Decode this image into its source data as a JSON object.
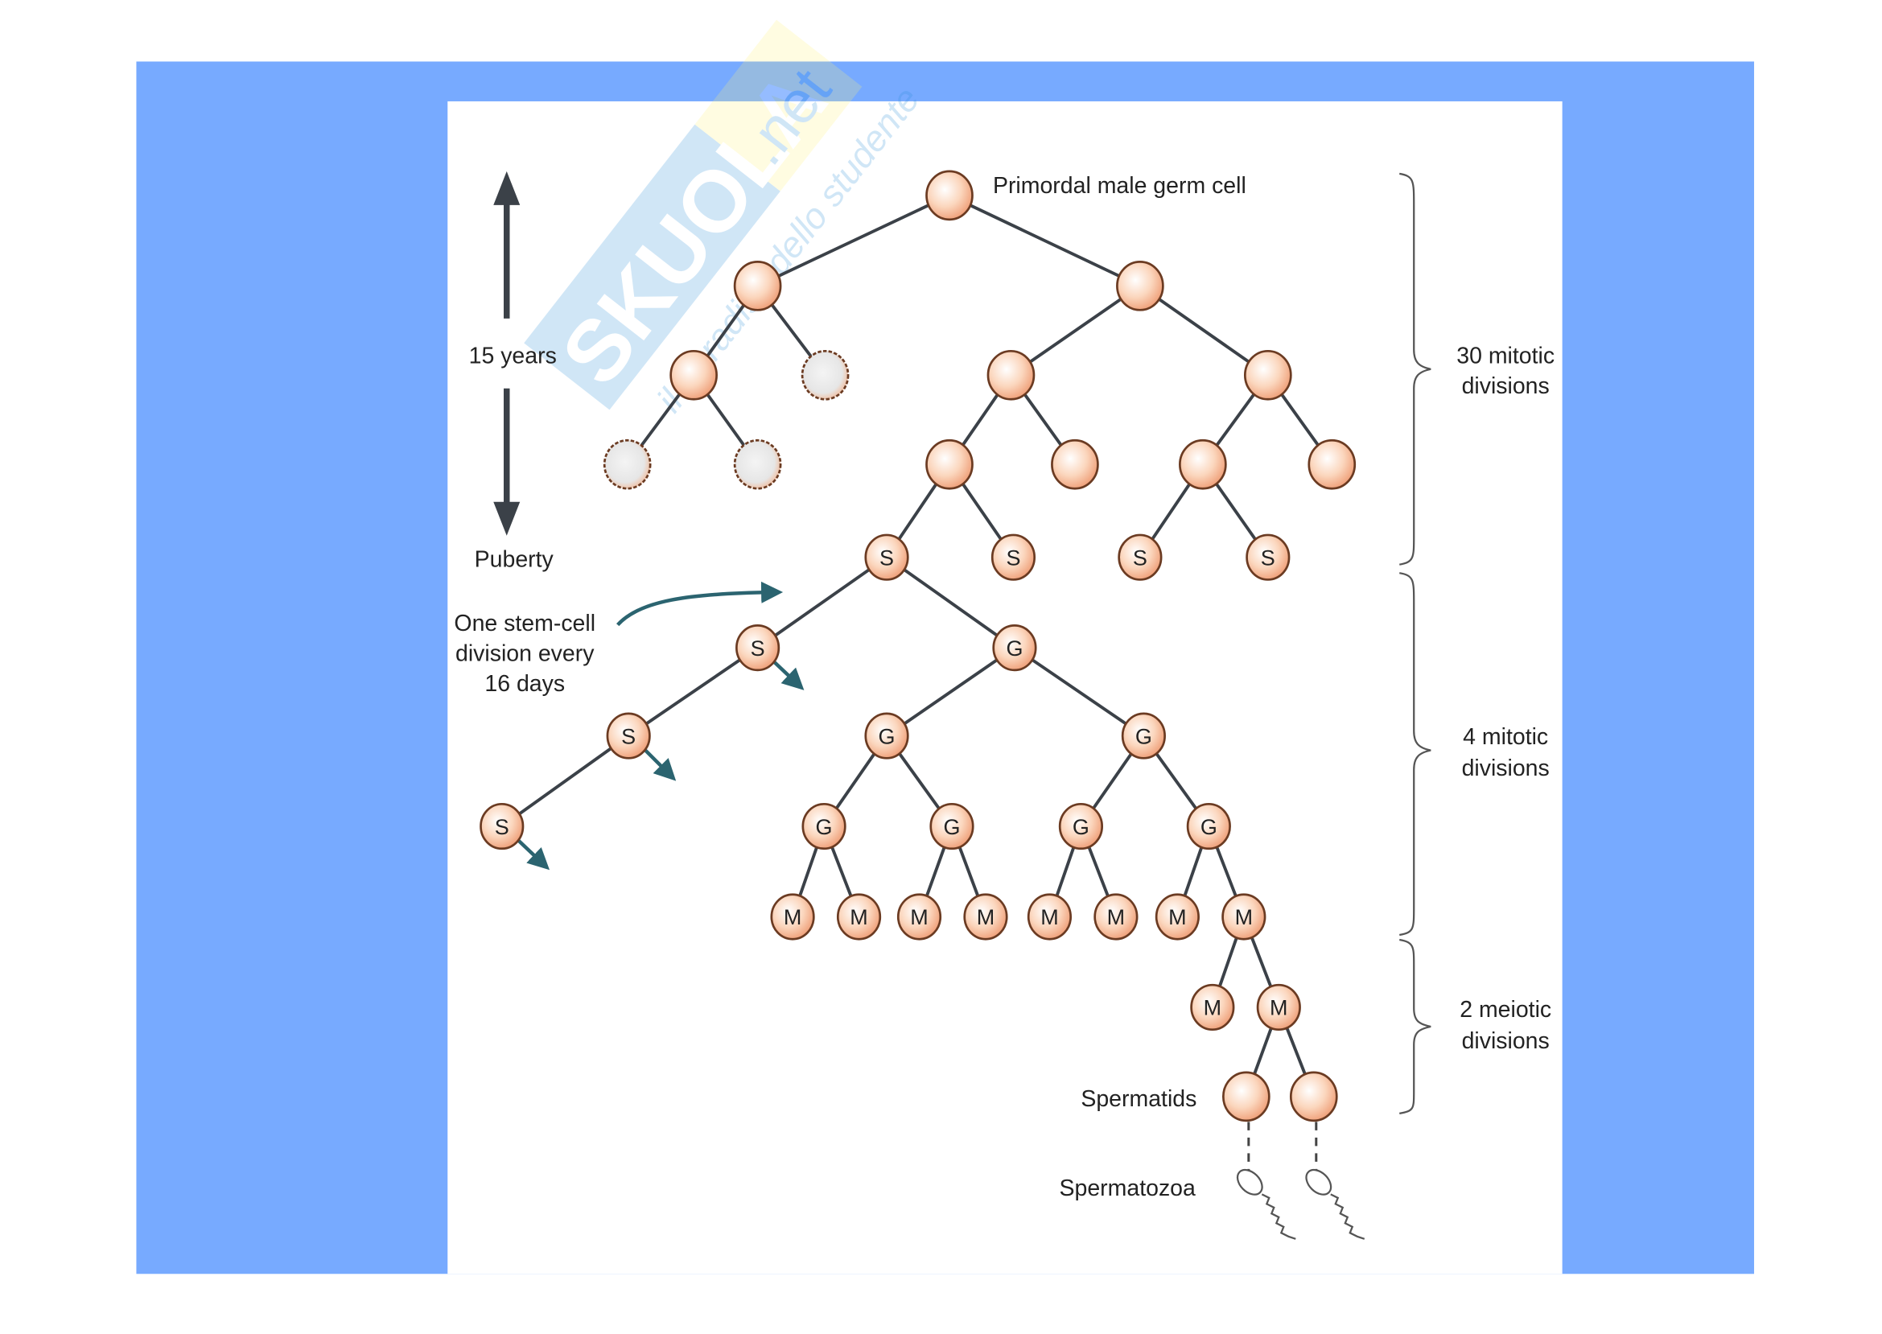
{
  "labels": {
    "root": "Primordal male germ cell",
    "years": "15 years",
    "puberty": "Puberty",
    "stem_note": [
      "One stem-cell",
      "division every",
      "16 days"
    ],
    "brace1": [
      "30 mitotic",
      "divisions"
    ],
    "brace2": [
      "4 mitotic",
      "divisions"
    ],
    "brace3": [
      "2 meiotic",
      "divisions"
    ],
    "spermatids": "Spermatids",
    "spermatozoa": "Spermatozoa"
  },
  "watermark": {
    "brand": "SKUOLA.net",
    "tagline": "il paradiso dello studente"
  },
  "nodes": [
    {
      "label": ""
    },
    {
      "label": ""
    },
    {
      "label": ""
    },
    {
      "label": ""
    },
    {
      "label": "",
      "degenerate": true
    },
    {
      "label": ""
    },
    {
      "label": ""
    },
    {
      "label": "",
      "degenerate": true
    },
    {
      "label": "",
      "degenerate": true
    },
    {
      "label": ""
    },
    {
      "label": ""
    },
    {
      "label": ""
    },
    {
      "label": ""
    },
    {
      "label": "S"
    },
    {
      "label": "S"
    },
    {
      "label": "S"
    },
    {
      "label": "S"
    },
    {
      "label": "S"
    },
    {
      "label": "G"
    },
    {
      "label": "S"
    },
    {
      "label": "G"
    },
    {
      "label": "G"
    },
    {
      "label": "S"
    },
    {
      "label": "G"
    },
    {
      "label": "G"
    },
    {
      "label": "G"
    },
    {
      "label": "G"
    },
    {
      "label": "M"
    },
    {
      "label": "M"
    },
    {
      "label": "M"
    },
    {
      "label": "M"
    },
    {
      "label": "M"
    },
    {
      "label": "M"
    },
    {
      "label": "M"
    },
    {
      "label": "M"
    },
    {
      "label": "M"
    },
    {
      "label": "M"
    },
    {
      "label": ""
    },
    {
      "label": ""
    }
  ],
  "colors": {
    "background_blue": "#77aaff",
    "cell_fill": "#f7c3a0",
    "cell_stroke": "#6b3b22",
    "line": "#3b4148",
    "arrow_teal": "#2b6470"
  }
}
